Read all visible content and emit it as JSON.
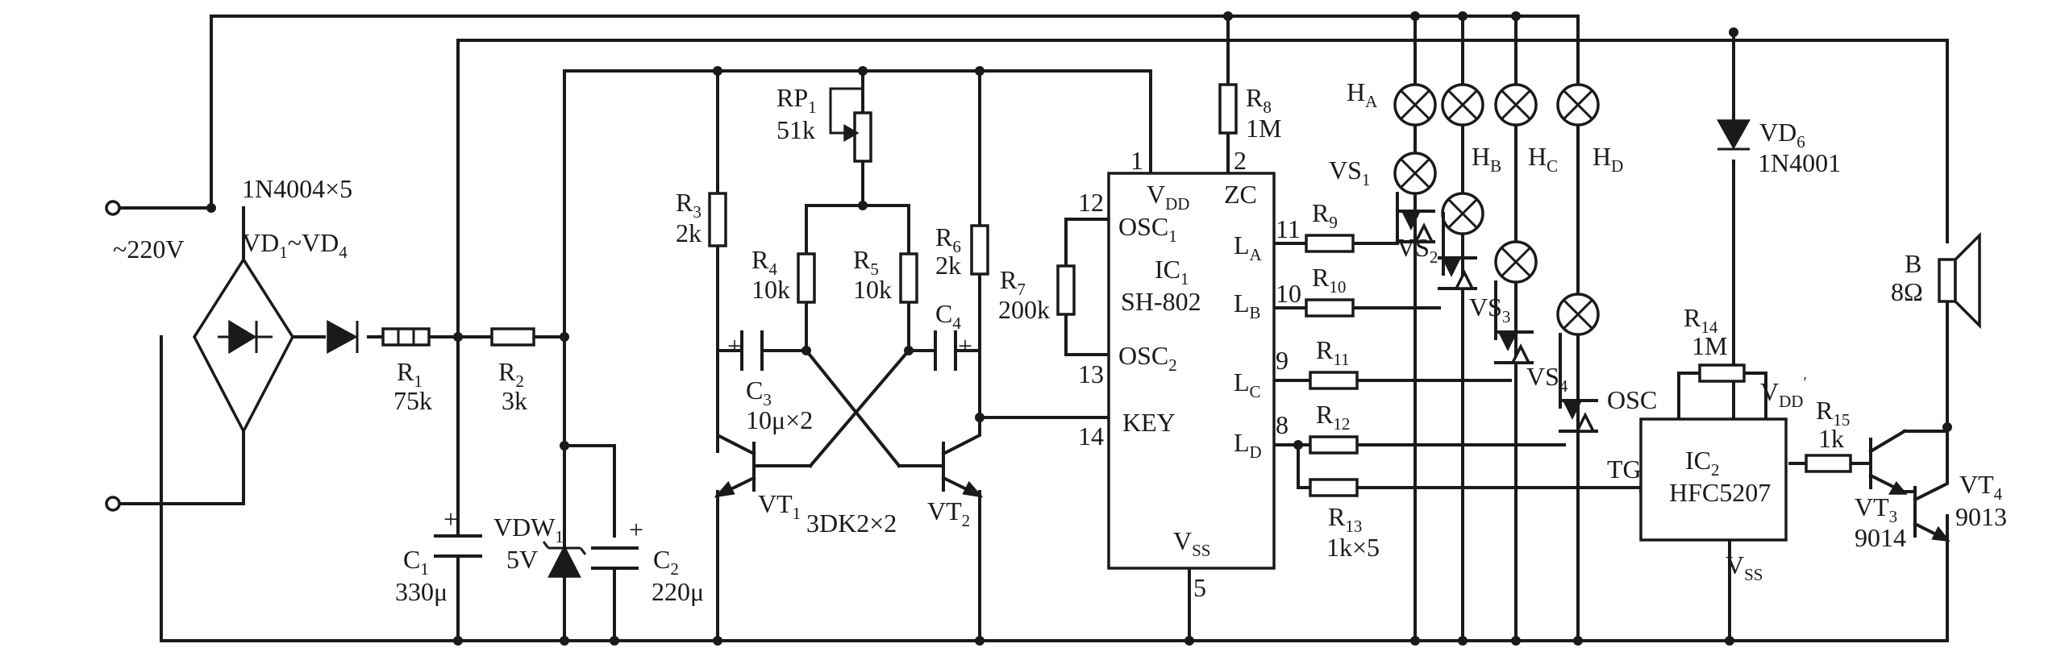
{
  "mains": {
    "voltage_label": "~220V",
    "diode_label": "1N4004×5",
    "bridge_label": "VD",
    "bridge_sub": "1",
    "bridge_range": "~VD",
    "bridge_sub2": "4"
  },
  "resistors": {
    "r1": {
      "name": "R",
      "sub": "1",
      "value": "75k"
    },
    "r2": {
      "name": "R",
      "sub": "2",
      "value": "3k"
    },
    "r3": {
      "name": "R",
      "sub": "3",
      "value": "2k"
    },
    "r4": {
      "name": "R",
      "sub": "4",
      "value": "10k"
    },
    "r5": {
      "name": "R",
      "sub": "5",
      "value": "10k"
    },
    "r6": {
      "name": "R",
      "sub": "6",
      "value": "2k"
    },
    "r7": {
      "name": "R",
      "sub": "7",
      "value": "200k"
    },
    "r8": {
      "name": "R",
      "sub": "8",
      "value": "1M"
    },
    "r9": {
      "name": "R",
      "sub": "9"
    },
    "r10": {
      "name": "R",
      "sub": "10"
    },
    "r11": {
      "name": "R",
      "sub": "11"
    },
    "r12": {
      "name": "R",
      "sub": "12"
    },
    "r13": {
      "name": "R",
      "sub": "13",
      "value": "1k×5"
    },
    "r14": {
      "name": "R",
      "sub": "14",
      "value": "1M"
    },
    "r15": {
      "name": "R",
      "sub": "15",
      "value": "1k"
    },
    "rp1": {
      "name": "RP",
      "sub": "1",
      "value": "51k"
    }
  },
  "capacitors": {
    "c1": {
      "name": "C",
      "sub": "1",
      "value": "330μ"
    },
    "c2": {
      "name": "C",
      "sub": "2",
      "value": "220μ"
    },
    "c3": {
      "name": "C",
      "sub": "3",
      "value": "10μ×2"
    },
    "c4": {
      "name": "C",
      "sub": "4"
    },
    "plus": "+"
  },
  "zener": {
    "name": "VDW",
    "sub": "1",
    "value": "5V"
  },
  "transistors": {
    "vt1": {
      "name": "VT",
      "sub": "1"
    },
    "vt2": {
      "name": "VT",
      "sub": "2"
    },
    "pair_label": "3DK2×2",
    "vt3": {
      "name": "VT",
      "sub": "3",
      "value": "9014"
    },
    "vt4": {
      "name": "VT",
      "sub": "4",
      "value": "9013"
    }
  },
  "ic1": {
    "name": "IC",
    "sub": "1",
    "part": "SH-802",
    "vdd": "V",
    "vdd_sub": "DD",
    "vss": "V",
    "vss_sub": "SS",
    "osc1": "OSC",
    "osc1_sub": "1",
    "osc2": "OSC",
    "osc2_sub": "2",
    "zc": "ZC",
    "key": "KEY",
    "la": "L",
    "la_sub": "A",
    "lb": "L",
    "lb_sub": "B",
    "lc": "L",
    "lc_sub": "C",
    "ld": "L",
    "ld_sub": "D",
    "pins": {
      "p1": "1",
      "p2": "2",
      "p5": "5",
      "p8": "8",
      "p9": "9",
      "p10": "10",
      "p11": "11",
      "p12": "12",
      "p13": "13",
      "p14": "14"
    }
  },
  "ic2": {
    "name": "IC",
    "sub": "2",
    "part": "HFC5207",
    "tg": "TG",
    "osc": "OSC",
    "vdd": "V",
    "vdd_sub": "DD",
    "vdd_sup": "′",
    "vss": "V",
    "vss_sub": "SS"
  },
  "lamps": {
    "ha": {
      "name": "H",
      "sub": "A"
    },
    "hb": {
      "name": "H",
      "sub": "B"
    },
    "hc": {
      "name": "H",
      "sub": "C"
    },
    "hd": {
      "name": "H",
      "sub": "D"
    }
  },
  "triacs": {
    "vs1": {
      "name": "VS",
      "sub": "1"
    },
    "vs2": {
      "name": "VS",
      "sub": "2"
    },
    "vs3": {
      "name": "VS",
      "sub": "3"
    },
    "vs4": {
      "name": "VS",
      "sub": "4"
    }
  },
  "vd6": {
    "name": "VD",
    "sub": "6",
    "part": "1N4001"
  },
  "speaker": {
    "name": "B",
    "value": "8Ω"
  }
}
